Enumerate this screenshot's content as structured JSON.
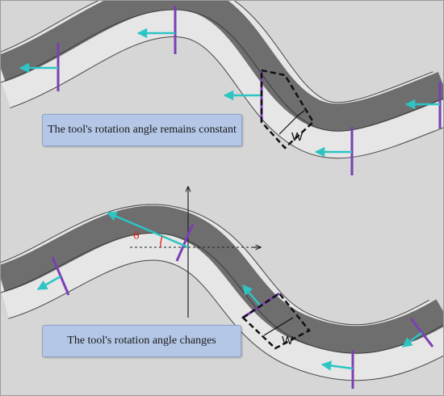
{
  "top_panel": {
    "caption": "The tool's rotation angle remains constant",
    "width_label": "W"
  },
  "bottom_panel": {
    "caption": "The tool's rotation angle changes",
    "width_label": "W",
    "angle_label": "θ"
  },
  "colors": {
    "background": "#d6d6d6",
    "band_dark": "#6e6e6e",
    "band_light": "#ececec",
    "tool_line": "#7b3fb5",
    "arrow": "#2ec4c4",
    "caption_fill": "#b4c7e7",
    "angle": "#e02020"
  },
  "icons": {
    "direction_arrow": "cyan-arrow-icon",
    "tool": "purple-tool-line"
  }
}
